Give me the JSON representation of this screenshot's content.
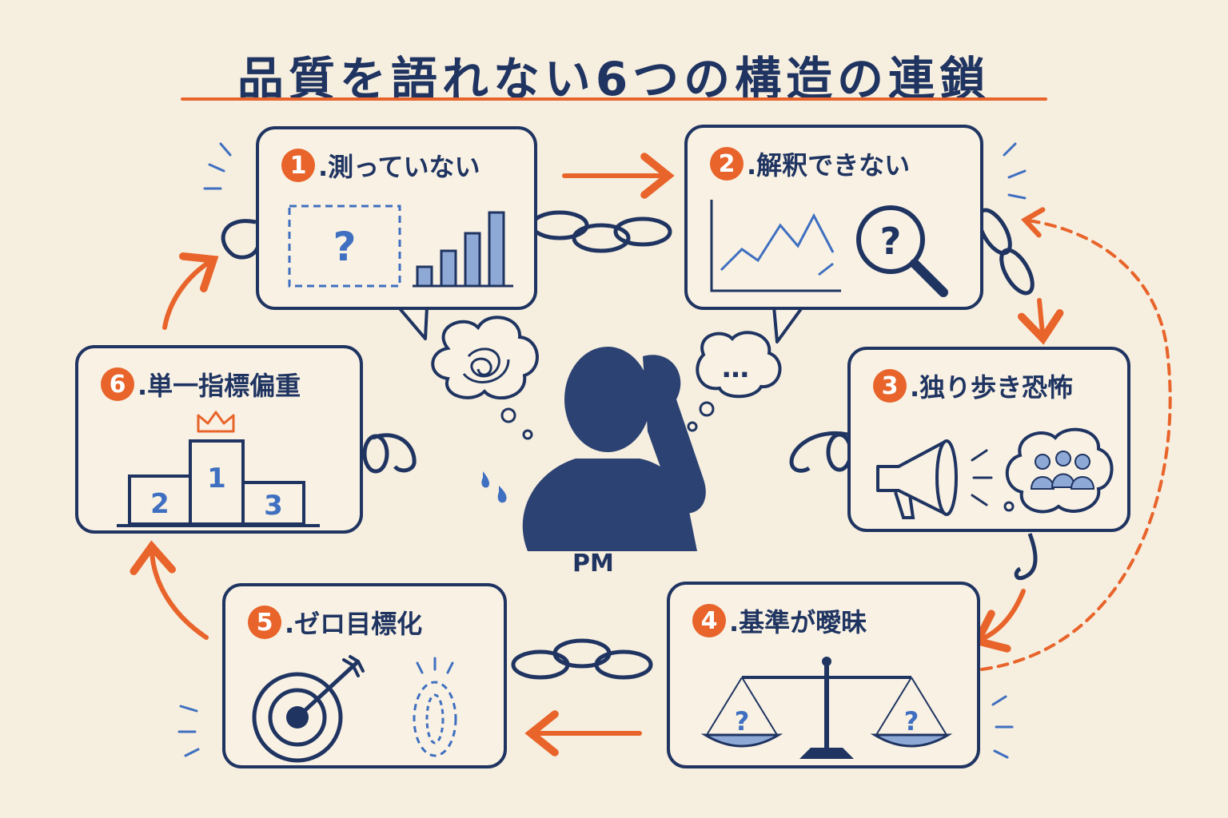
{
  "title": "品質を語れない6つの構造の連鎖",
  "steps": [
    {
      "num": "1",
      "label": ".測っていない",
      "icon": "question-bar-chart-icon",
      "symbol": "?"
    },
    {
      "num": "2",
      "label": ".解釈できない",
      "icon": "line-chart-magnifier-icon",
      "symbol": "?"
    },
    {
      "num": "3",
      "label": ".独り歩き恐怖",
      "icon": "megaphone-crowd-icon"
    },
    {
      "num": "4",
      "label": ".基準が曖昧",
      "icon": "balance-scale-icon",
      "left_symbol": "?",
      "right_symbol": "?"
    },
    {
      "num": "5",
      "label": ".ゼロ目標化",
      "icon": "target-zero-icon"
    },
    {
      "num": "6",
      "label": ".単一指標偏重",
      "icon": "podium-crown-icon",
      "ranks": [
        "1",
        "2",
        "3"
      ]
    }
  ],
  "center": {
    "label": "PM",
    "thought_dots": "…"
  },
  "colors": {
    "navy": "#1f3461",
    "orange": "#e8642a",
    "blue": "#3f6fc0",
    "paper": "#f6eedf"
  }
}
